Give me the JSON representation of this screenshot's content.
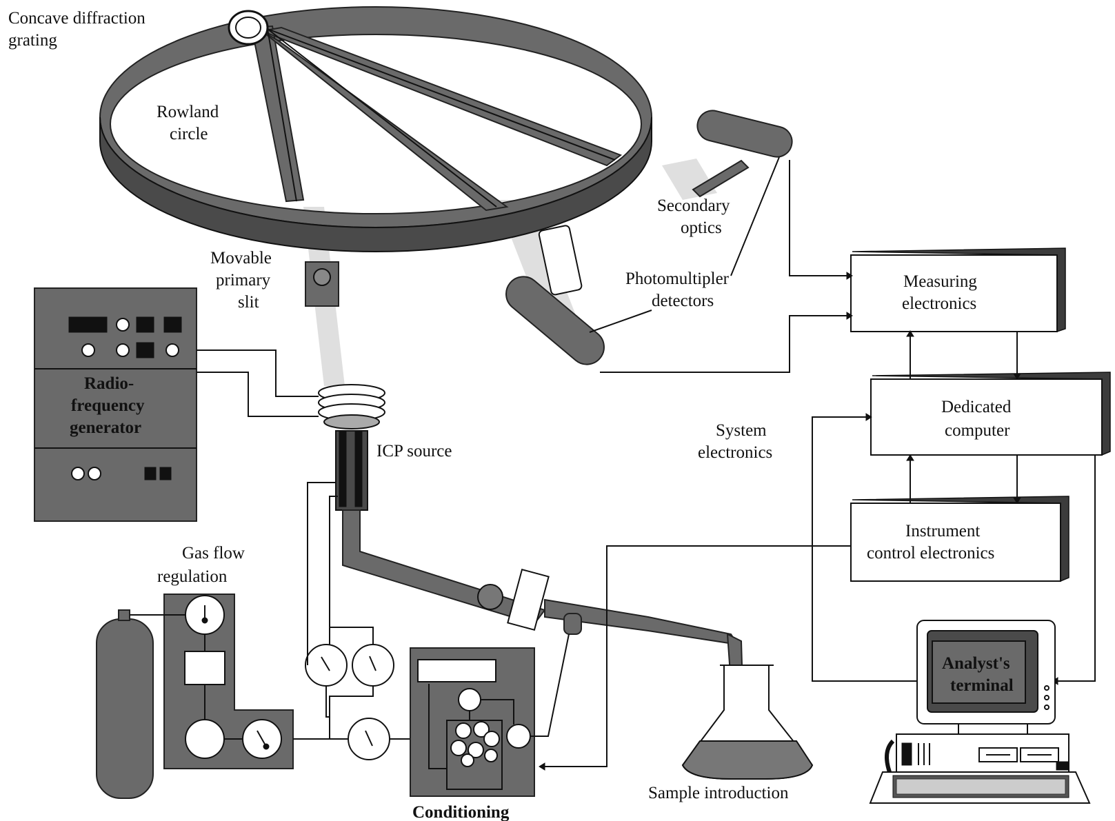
{
  "labels": {
    "grating": [
      "Concave diffraction",
      "grating"
    ],
    "rowland": [
      "Rowland",
      "circle"
    ],
    "secondary_optics": [
      "Secondary",
      "optics"
    ],
    "movable_slit": [
      "Movable",
      "primary",
      "slit"
    ],
    "photomultiplier": [
      "Photomultipler",
      "detectors"
    ],
    "measuring": [
      "Measuring",
      "electronics"
    ],
    "rf_generator": [
      "Radio-",
      "frequency",
      "generator"
    ],
    "icp_source": "ICP source",
    "system_electronics": [
      "System",
      "electronics"
    ],
    "dedicated_computer": [
      "Dedicated",
      "computer"
    ],
    "instrument_control": [
      "Instrument",
      "control electronics"
    ],
    "gas_flow": [
      "Gas flow",
      "regulation"
    ],
    "analyst_terminal": [
      "Analyst's",
      "terminal"
    ],
    "sample_introduction": "Sample introduction",
    "conditioning": "Conditioning"
  }
}
